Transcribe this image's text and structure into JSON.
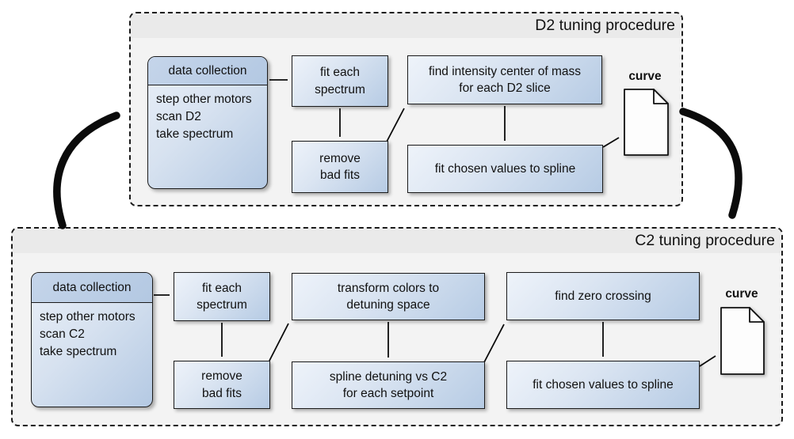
{
  "colors": {
    "box_gradient_start": "#eef3fa",
    "box_gradient_end": "#b6cbe4",
    "data_collection_header_fill": "#b9cde5",
    "container_fill": "#f3f3f3",
    "title_band_fill": "#eaeaea",
    "border_color": "#1a1a1a",
    "arrow_color": "#0b0b0b"
  },
  "d2": {
    "title": "D2 tuning procedure",
    "data_collection": {
      "header": "data collection",
      "body": "step other motors\nscan D2\ntake spectrum"
    },
    "fit_each_spectrum": "fit each\nspectrum",
    "remove_bad_fits": "remove\nbad fits",
    "find_center_of_mass": "find intensity center of mass\nfor each D2 slice",
    "fit_chosen_values": "fit chosen values to spline",
    "output_label": "curve"
  },
  "c2": {
    "title": "C2 tuning procedure",
    "data_collection": {
      "header": "data collection",
      "body": "step other motors\nscan C2\ntake spectrum"
    },
    "fit_each_spectrum": "fit each\nspectrum",
    "remove_bad_fits": "remove\nbad fits",
    "transform_colors": "transform colors to\ndetuning space",
    "spline_detuning": "spline detuning vs C2\nfor each setpoint",
    "find_zero_crossing": "find zero crossing",
    "fit_chosen_values": "fit chosen values to spline",
    "output_label": "curve"
  }
}
